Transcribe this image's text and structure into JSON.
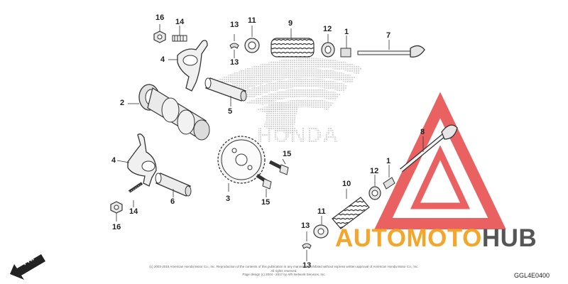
{
  "diagram_code": "GGL4E0400",
  "copyright_lines": [
    "(c) 2003-2015 American Honda Motor Co., Inc. Reproduction of the contents of this publication in any manner is prohibited without express written approval of American Honda Motor Co., Inc. All rights reserved.",
    "Page design (c) 2004 - 2017 by ARI Network Services, Inc."
  ],
  "direction_arrow_label": "FR.",
  "background_logo_text": "HONDA",
  "watermark": {
    "part1": "AUTOMOTO",
    "part2": "HUB",
    "color1": "#f4a62a",
    "color2": "#555555",
    "triangle_color": "#e53a3a"
  },
  "callouts": [
    {
      "id": "c16a",
      "text": "16"
    },
    {
      "id": "c14a",
      "text": "14"
    },
    {
      "id": "c13a",
      "text": "13"
    },
    {
      "id": "c13b",
      "text": "13"
    },
    {
      "id": "c11a",
      "text": "11"
    },
    {
      "id": "c9",
      "text": "9"
    },
    {
      "id": "c12a",
      "text": "12"
    },
    {
      "id": "c1a",
      "text": "1"
    },
    {
      "id": "c7",
      "text": "7"
    },
    {
      "id": "c4a",
      "text": "4"
    },
    {
      "id": "c2",
      "text": "2"
    },
    {
      "id": "c5",
      "text": "5"
    },
    {
      "id": "c8",
      "text": "8"
    },
    {
      "id": "c4b",
      "text": "4"
    },
    {
      "id": "c15a",
      "text": "15"
    },
    {
      "id": "c1b",
      "text": "1"
    },
    {
      "id": "c12b",
      "text": "12"
    },
    {
      "id": "c10",
      "text": "10"
    },
    {
      "id": "c6",
      "text": "6"
    },
    {
      "id": "c3",
      "text": "3"
    },
    {
      "id": "c15b",
      "text": "15"
    },
    {
      "id": "c14b",
      "text": "14"
    },
    {
      "id": "c16b",
      "text": "16"
    },
    {
      "id": "c11b",
      "text": "11"
    },
    {
      "id": "c13c",
      "text": "13"
    },
    {
      "id": "c13d",
      "text": "13"
    }
  ]
}
